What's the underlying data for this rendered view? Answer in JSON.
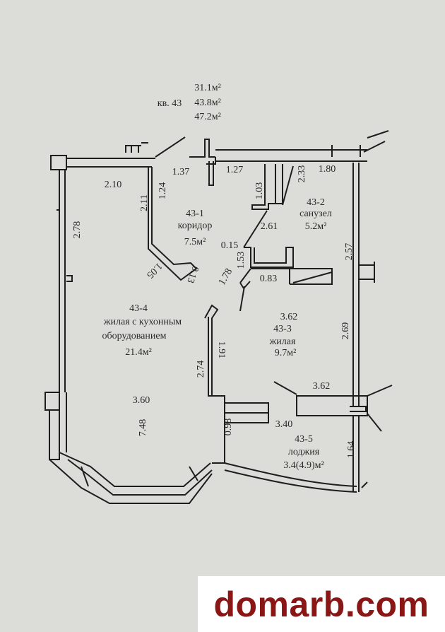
{
  "header": {
    "apartment": "кв. 43",
    "areas": [
      "31.1м²",
      "43.8м²",
      "47.2м²"
    ]
  },
  "rooms": [
    {
      "id": "43-1",
      "name": "коридор",
      "area": "7.5м²"
    },
    {
      "id": "43-2",
      "name": "санузел",
      "area": "5.2м²"
    },
    {
      "id": "43-3",
      "name": "жилая",
      "area": "9.7м²"
    },
    {
      "id": "43-4",
      "name": "жилая с кухонным",
      "name2": "оборудованием",
      "area": "21.4м²"
    },
    {
      "id": "43-5",
      "name": "лоджия",
      "area": "3.4(4.9)м²"
    }
  ],
  "dimensions": [
    "1.37",
    "1.27",
    "1.80",
    "2.33",
    "2.10",
    "2.11",
    "1.24",
    "1.03",
    "2.61",
    "0.15",
    "1.53",
    "2.57",
    "2.78",
    "1.05",
    "0.13",
    "1.78",
    "0.83",
    "3.62",
    "2.69",
    "1.91",
    "2.74",
    "3.62",
    "3.60",
    "7.48",
    "0.98",
    "3.40",
    "1.64"
  ],
  "watermark": "domarb.com"
}
